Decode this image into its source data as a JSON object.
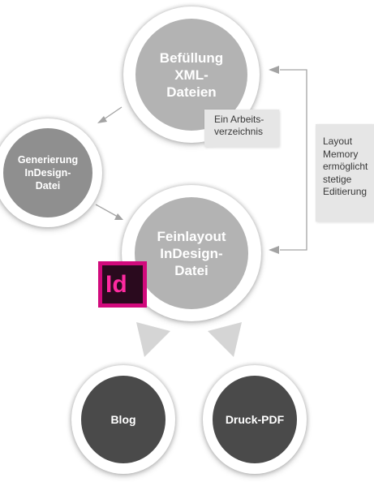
{
  "nodes": {
    "befuellung": {
      "lines": [
        "Befüllung",
        "XML-",
        "Dateien"
      ]
    },
    "generierung": {
      "lines": [
        "Generierung",
        "InDesign-",
        "Datei"
      ]
    },
    "feinlayout": {
      "lines": [
        "Feinlayout",
        "InDesign-",
        "Datei"
      ]
    },
    "blog": {
      "label": "Blog"
    },
    "druck": {
      "label": "Druck-PDF"
    }
  },
  "notes": {
    "arbeitsverzeichnis": [
      "Ein Arbeits-",
      "verzeichnis"
    ],
    "layout_memory": [
      "Layout",
      "Memory",
      "ermöglicht",
      "stetige",
      "Editierung"
    ]
  },
  "logo": {
    "text": "Id"
  },
  "colors": {
    "light_fill": "#b3b3b3",
    "mid_fill": "#8f8f8f",
    "dark_fill": "#4a4a4a",
    "note_fill": "#e6e6e6",
    "indesign_pink": "#d10a7c",
    "arrow": "#a3a3a3"
  }
}
